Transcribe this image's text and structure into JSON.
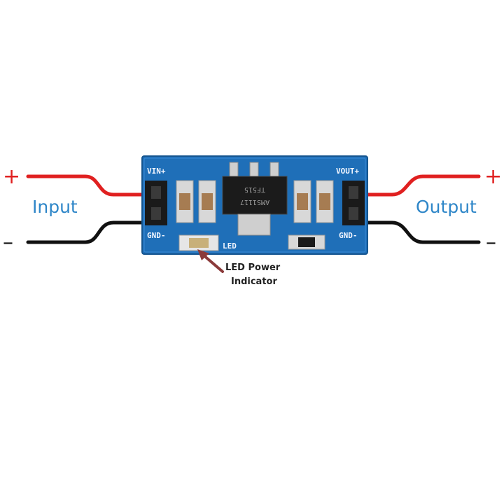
{
  "input": {
    "label": "Input",
    "plus": "+",
    "minus": "–"
  },
  "output": {
    "label": "Output",
    "plus": "+",
    "minus": "–"
  },
  "board": {
    "vin": "VIN+",
    "gnd_left": "GND-",
    "vout": "VOUT+",
    "gnd_right": "GND-",
    "led": "LED",
    "chip_line1": "AMS1117",
    "chip_line2": "TF515"
  },
  "callout": {
    "line1": "LED Power",
    "line2": "Indicator"
  },
  "colors": {
    "pcb": "#1f6fb8",
    "positive_wire": "#e02020",
    "negative_wire": "#111111",
    "label_blue": "#2e86c8",
    "sign_red": "#e02020",
    "arrow": "#8b3a3a"
  }
}
